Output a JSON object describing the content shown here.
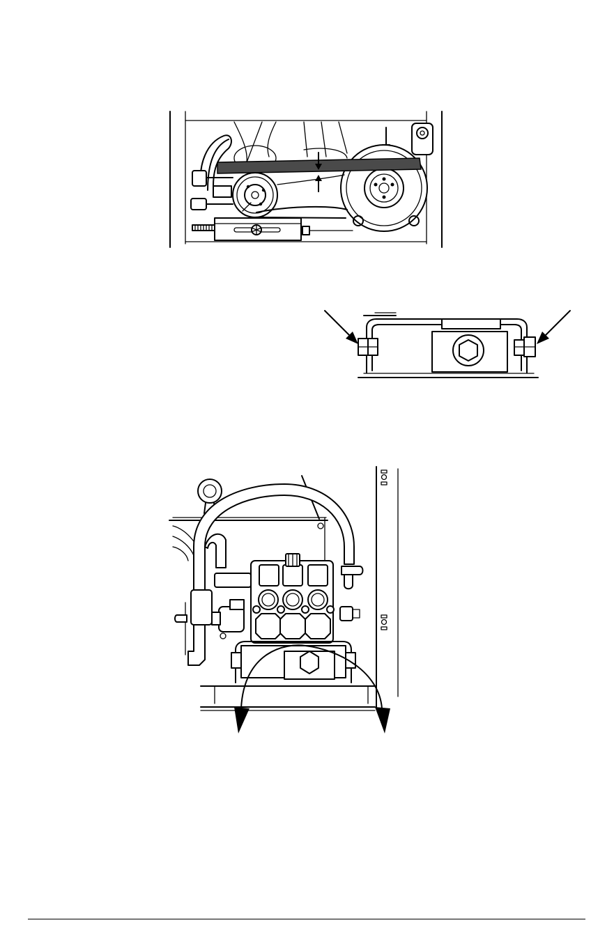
{
  "page": {
    "figures": [
      {
        "id": "belt-tension-figure",
        "icon": "belt-deflection-illustration"
      },
      {
        "id": "pump-mount-bolts-figure",
        "icon": "mounting-bolt-arrows-illustration"
      },
      {
        "id": "pump-rotation-figure",
        "icon": "pump-pivot-rotation-illustration"
      }
    ],
    "colors": {
      "ink": "#000000",
      "belt": "#4a4a4a",
      "paper": "#ffffff"
    }
  }
}
